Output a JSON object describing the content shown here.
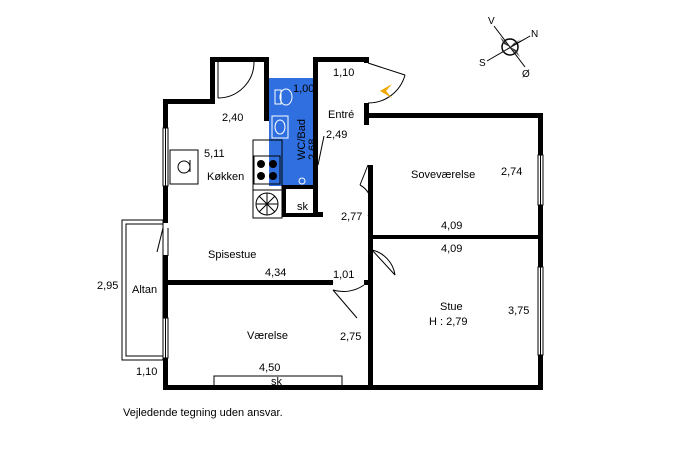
{
  "floorplan": {
    "rooms": {
      "kitchen": "Køkken",
      "bath": "WC/Bad",
      "entry": "Entré",
      "bedroom": "Soveværelse",
      "dining": "Spisestue",
      "balcony": "Altan",
      "room": "Værelse",
      "living": "Stue",
      "living_height": "H : 2,79",
      "closet_sk1": "sk",
      "closet_sk2": "sk"
    },
    "dimensions": {
      "d_240": "2,40",
      "d_511": "5,11",
      "d_100": "1,00",
      "d_268": "2,68",
      "d_110_top": "1,10",
      "d_249": "2,49",
      "d_274": "2,74",
      "d_277": "2,77",
      "d_409_a": "4,09",
      "d_409_b": "4,09",
      "d_434": "4,34",
      "d_101": "1,01",
      "d_295": "2,95",
      "d_375": "3,75",
      "d_275": "2,75",
      "d_450": "4,50",
      "d_110_bottom": "1,10"
    },
    "compass": {
      "n": "N",
      "s": "S",
      "v": "V",
      "o": "Ø"
    },
    "disclaimer": "Vejledende tegning uden ansvar.",
    "colors": {
      "bath_fill": "#2f6fe0",
      "entry_arrow": "#f0a800",
      "wall": "#000000"
    }
  }
}
